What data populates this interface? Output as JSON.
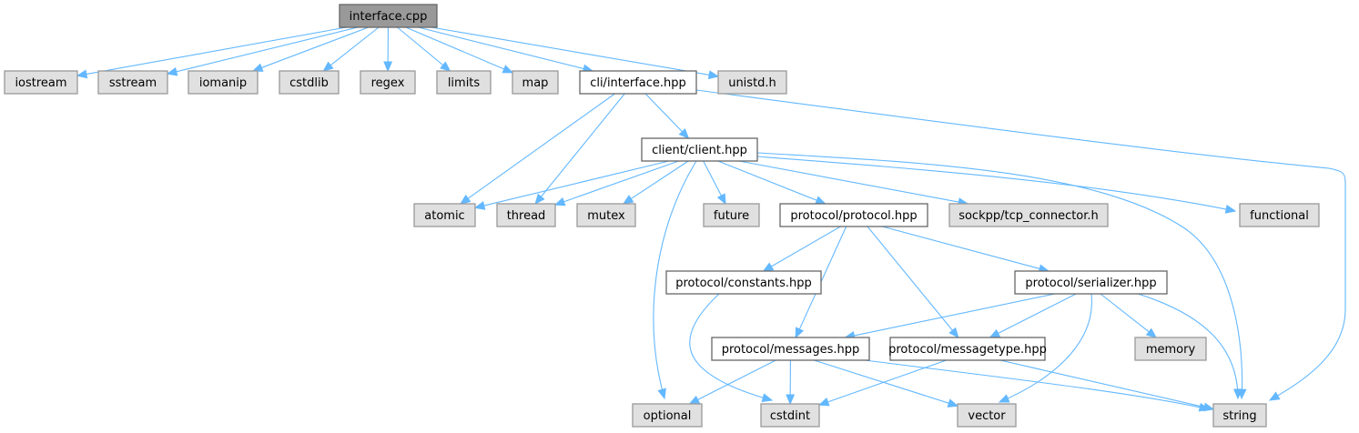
{
  "title": "interface.cpp include dependency graph",
  "colors": {
    "edge": "#63b8ff",
    "root_fill": "#999999",
    "user_fill": "#ffffff",
    "system_fill": "#e0e0e0"
  },
  "nodes": [
    {
      "id": "interface_cpp",
      "label": "interface.cpp",
      "kind": "root"
    },
    {
      "id": "iostream",
      "label": "iostream",
      "kind": "sys"
    },
    {
      "id": "sstream",
      "label": "sstream",
      "kind": "sys"
    },
    {
      "id": "iomanip",
      "label": "iomanip",
      "kind": "sys"
    },
    {
      "id": "cstdlib",
      "label": "cstdlib",
      "kind": "sys"
    },
    {
      "id": "regex",
      "label": "regex",
      "kind": "sys"
    },
    {
      "id": "limits",
      "label": "limits",
      "kind": "sys"
    },
    {
      "id": "map",
      "label": "map",
      "kind": "sys"
    },
    {
      "id": "cli_interface_hpp",
      "label": "cli/interface.hpp",
      "kind": "user"
    },
    {
      "id": "unistd_h",
      "label": "unistd.h",
      "kind": "sys"
    },
    {
      "id": "client_client_hpp",
      "label": "client/client.hpp",
      "kind": "user"
    },
    {
      "id": "atomic",
      "label": "atomic",
      "kind": "sys"
    },
    {
      "id": "thread",
      "label": "thread",
      "kind": "sys"
    },
    {
      "id": "mutex",
      "label": "mutex",
      "kind": "sys"
    },
    {
      "id": "future",
      "label": "future",
      "kind": "sys"
    },
    {
      "id": "protocol_protocol_hpp",
      "label": "protocol/protocol.hpp",
      "kind": "user"
    },
    {
      "id": "sockpp_tcp_connector_h",
      "label": "sockpp/tcp_connector.h",
      "kind": "sys"
    },
    {
      "id": "functional",
      "label": "functional",
      "kind": "sys"
    },
    {
      "id": "protocol_constants_hpp",
      "label": "protocol/constants.hpp",
      "kind": "user"
    },
    {
      "id": "protocol_serializer_hpp",
      "label": "protocol/serializer.hpp",
      "kind": "user"
    },
    {
      "id": "protocol_messages_hpp",
      "label": "protocol/messages.hpp",
      "kind": "user"
    },
    {
      "id": "protocol_messagetype_hpp",
      "label": "protocol/messagetype.hpp",
      "kind": "user"
    },
    {
      "id": "memory",
      "label": "memory",
      "kind": "sys"
    },
    {
      "id": "optional",
      "label": "optional",
      "kind": "sys"
    },
    {
      "id": "cstdint",
      "label": "cstdint",
      "kind": "sys"
    },
    {
      "id": "vector",
      "label": "vector",
      "kind": "sys"
    },
    {
      "id": "string",
      "label": "string",
      "kind": "sys"
    }
  ],
  "edges": [
    {
      "from": "interface_cpp",
      "to": "iostream"
    },
    {
      "from": "interface_cpp",
      "to": "sstream"
    },
    {
      "from": "interface_cpp",
      "to": "iomanip"
    },
    {
      "from": "interface_cpp",
      "to": "cstdlib"
    },
    {
      "from": "interface_cpp",
      "to": "regex"
    },
    {
      "from": "interface_cpp",
      "to": "limits"
    },
    {
      "from": "interface_cpp",
      "to": "map"
    },
    {
      "from": "interface_cpp",
      "to": "cli_interface_hpp"
    },
    {
      "from": "interface_cpp",
      "to": "unistd_h"
    },
    {
      "from": "cli_interface_hpp",
      "to": "client_client_hpp"
    },
    {
      "from": "cli_interface_hpp",
      "to": "atomic"
    },
    {
      "from": "cli_interface_hpp",
      "to": "thread"
    },
    {
      "from": "cli_interface_hpp",
      "to": "string"
    },
    {
      "from": "client_client_hpp",
      "to": "atomic"
    },
    {
      "from": "client_client_hpp",
      "to": "thread"
    },
    {
      "from": "client_client_hpp",
      "to": "mutex"
    },
    {
      "from": "client_client_hpp",
      "to": "future"
    },
    {
      "from": "client_client_hpp",
      "to": "protocol_protocol_hpp"
    },
    {
      "from": "client_client_hpp",
      "to": "sockpp_tcp_connector_h"
    },
    {
      "from": "client_client_hpp",
      "to": "functional"
    },
    {
      "from": "client_client_hpp",
      "to": "optional"
    },
    {
      "from": "client_client_hpp",
      "to": "string"
    },
    {
      "from": "protocol_protocol_hpp",
      "to": "protocol_constants_hpp"
    },
    {
      "from": "protocol_protocol_hpp",
      "to": "protocol_messages_hpp"
    },
    {
      "from": "protocol_protocol_hpp",
      "to": "protocol_messagetype_hpp"
    },
    {
      "from": "protocol_protocol_hpp",
      "to": "protocol_serializer_hpp"
    },
    {
      "from": "protocol_constants_hpp",
      "to": "cstdint"
    },
    {
      "from": "protocol_serializer_hpp",
      "to": "protocol_messages_hpp"
    },
    {
      "from": "protocol_serializer_hpp",
      "to": "protocol_messagetype_hpp"
    },
    {
      "from": "protocol_serializer_hpp",
      "to": "memory"
    },
    {
      "from": "protocol_serializer_hpp",
      "to": "vector"
    },
    {
      "from": "protocol_serializer_hpp",
      "to": "string"
    },
    {
      "from": "protocol_messages_hpp",
      "to": "optional"
    },
    {
      "from": "protocol_messages_hpp",
      "to": "cstdint"
    },
    {
      "from": "protocol_messages_hpp",
      "to": "vector"
    },
    {
      "from": "protocol_messages_hpp",
      "to": "string"
    },
    {
      "from": "protocol_messagetype_hpp",
      "to": "cstdint"
    },
    {
      "from": "protocol_messagetype_hpp",
      "to": "string"
    }
  ]
}
